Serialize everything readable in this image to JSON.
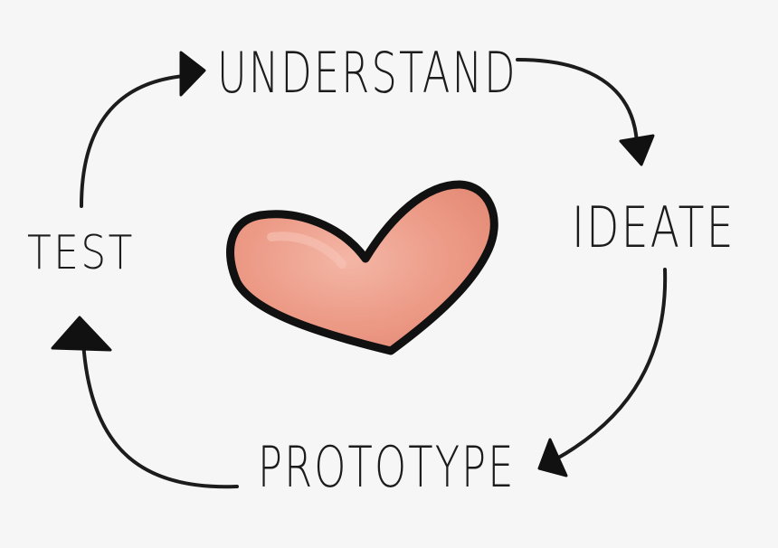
{
  "diagram": {
    "stages": [
      {
        "id": "understand",
        "label": "UNDERSTAND"
      },
      {
        "id": "ideate",
        "label": "IDEATE"
      },
      {
        "id": "prototype",
        "label": "PROTOTYPE"
      },
      {
        "id": "test",
        "label": "TEST"
      }
    ],
    "center_icon": "heart-icon",
    "colors": {
      "background": "#f6f6f6",
      "ink": "#1c1c1c",
      "heart_fill": "#ec9a86",
      "heart_highlight": "#f4b6a6",
      "heart_outline": "#111111"
    }
  }
}
